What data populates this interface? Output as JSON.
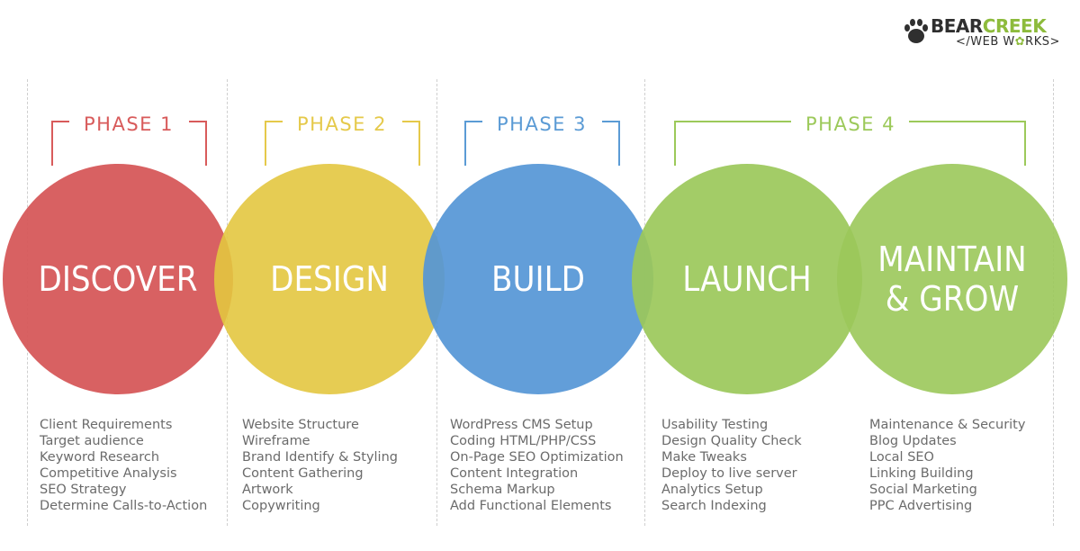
{
  "logo": {
    "word1": "BEAR",
    "word2": "CREEK",
    "sub_before": "</WEB W",
    "sub_gear": "✿",
    "sub_after": "RKS>",
    "colors": {
      "dark": "#2f2f2f",
      "green": "#8dbb3c"
    }
  },
  "phases": [
    {
      "label": "PHASE 1",
      "color": "#d85b5b"
    },
    {
      "label": "PHASE 2",
      "color": "#e5c94a"
    },
    {
      "label": "PHASE 3",
      "color": "#5b9bd5"
    },
    {
      "label": "PHASE 4",
      "color": "#9cc95a"
    }
  ],
  "stages": [
    {
      "title_line1": "DISCOVER",
      "title_line2": "",
      "color": "#d85b5b",
      "items": [
        "Client Requirements",
        "Target audience",
        "Keyword Research",
        "Competitive Analysis",
        "SEO Strategy",
        "Determine Calls-to-Action"
      ]
    },
    {
      "title_line1": "DESIGN",
      "title_line2": "",
      "color": "#e5c94a",
      "items": [
        "Website Structure",
        "Wireframe",
        "Brand Identify & Styling",
        "Content Gathering",
        "Artwork",
        "Copywriting"
      ]
    },
    {
      "title_line1": "BUILD",
      "title_line2": "",
      "color": "#5b9bd5",
      "items": [
        "WordPress CMS Setup",
        "Coding HTML/PHP/CSS",
        "On-Page SEO Optimization",
        "Content Integration",
        "Schema Markup",
        "Add Functional Elements"
      ]
    },
    {
      "title_line1": "LAUNCH",
      "title_line2": "",
      "color": "#9cc95a",
      "items": [
        "Usability Testing",
        "Design Quality Check",
        "Make Tweaks",
        "Deploy to live server",
        "Analytics Setup",
        "Search Indexing"
      ]
    },
    {
      "title_line1": "MAINTAIN",
      "title_line2": "& GROW",
      "color": "#9cc95a",
      "items": [
        "Maintenance & Security",
        "Blog Updates",
        "Local SEO",
        "Linking Building",
        "Social Marketing",
        "PPC Advertising"
      ]
    }
  ]
}
